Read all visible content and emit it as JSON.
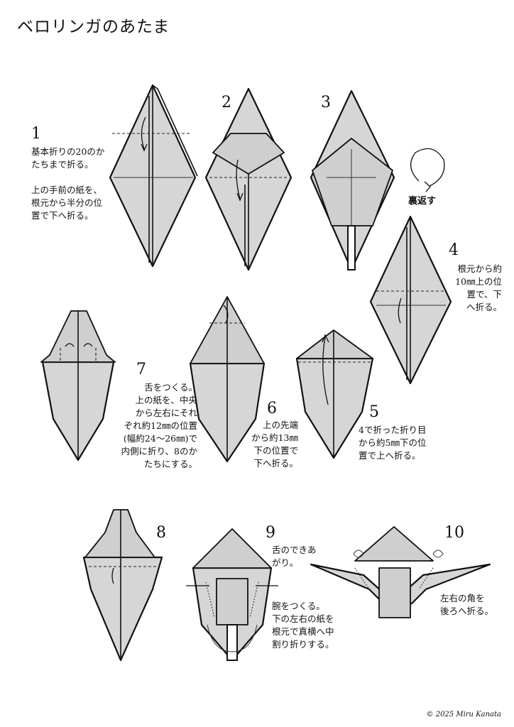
{
  "title": "ベロリンガのあたま",
  "steps": [
    {
      "num": "1",
      "text": "基本折りの20のか\nたちまで折る。\n\n上の手前の紙を、\n根元から半分の位\n置で下へ折る。"
    },
    {
      "num": "2",
      "text": ""
    },
    {
      "num": "3",
      "text": ""
    },
    {
      "num": "4",
      "text": "根元から約\n10㎜上の位\n置で、下\nへ折る。"
    },
    {
      "num": "5",
      "text": "4で折った折り目\nから約5㎜下の位\n置で上へ折る。"
    },
    {
      "num": "6",
      "text": "上の先端\nから約13㎜\n下の位置で\n下へ折る。"
    },
    {
      "num": "7",
      "text": "舌をつくる。\n上の紙を、中央\nから左右にそれ\nぞれ約12㎜の位置\n(幅約24〜26㎜)で\n内側に折り、8のか\nたちにする。"
    },
    {
      "num": "8",
      "text": ""
    },
    {
      "num": "9",
      "text_a": "舌のできあ\nがり。",
      "text_b": "腕をつくる。\n下の左右の紙を\n根元で真横へ中\n割り折りする。"
    },
    {
      "num": "10",
      "text": "左右の角を\n後ろへ折る。"
    }
  ],
  "flip_label": "裏返す",
  "copyright": "© 2025 Miru Kanata"
}
